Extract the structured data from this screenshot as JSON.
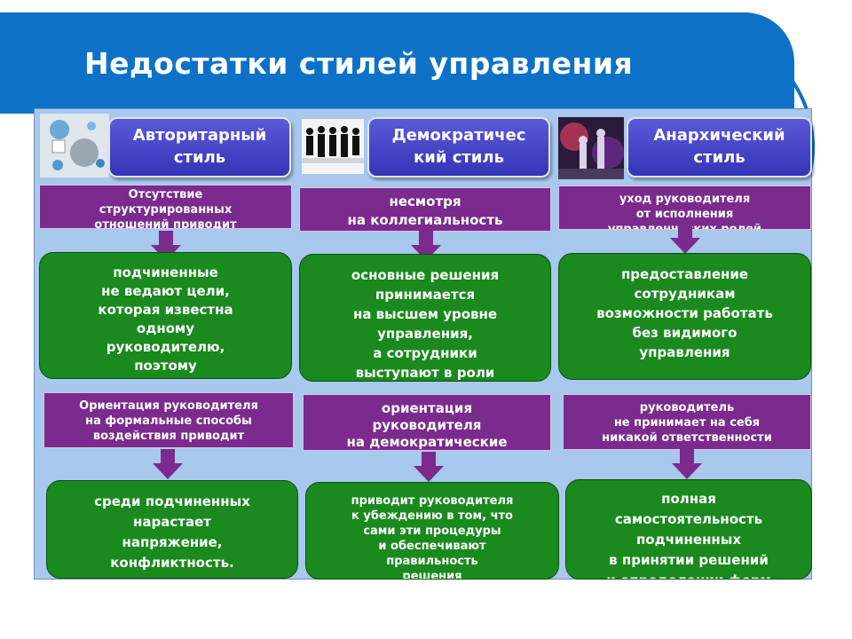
{
  "title": "Недостатки стилей управления",
  "columns": [
    {
      "header": "Авторитарный\nстиль\nуправления",
      "photo_icon": "team-puzzle-photo",
      "cause1": "Отсутствие\nструктурированных\nотношений приводит\nк тому, что",
      "effect1": "подчиненные\nне ведают цели,\nкоторая известна\nодному\nруководителю,\nпоэтому\nих деятельность",
      "cause2": "Ориентация руководителя\nна формальные способы\nвоздействия приводит\nк тому, что",
      "effect2": "среди подчиненных\nнарастает\nнапряжение,\nконфликтность."
    },
    {
      "header": "Демократичес\nкий стиль\nуправления",
      "photo_icon": "people-silhouettes-photo",
      "cause1": "несмотря\nна коллегиальность",
      "effect1": "основные решения\nпринимается\nна высшем уровне\nуправления,\nа сотрудники\nвыступают в роли\n«согласателя»",
      "cause2": "ориентация\nруководителя\nна демократические\nпроцедуры",
      "effect2": "приводит руководителя\nк убеждению в том, что\nсами эти процедуры\nи обеспечивают\nправильность\nрешения"
    },
    {
      "header": "Анархический\nстиль\nуправления",
      "photo_icon": "chess-pieces-photo",
      "cause1": "уход руководителя\nот исполнения\nуправленческих ролей",
      "effect1": "предоставление\nсотрудникам\nвозможности работать\nбез видимого\nуправления",
      "cause2": "руководитель\nне принимает на себя\nникакой ответственности",
      "effect2": "полная\nсамостоятельность\nподчиненных\nв принятии решений\nи определении форм"
    }
  ],
  "colors": {
    "header_bg": "#0d72c7",
    "panel_bg": "#a8c8ee",
    "style_head": "#4646c8",
    "cause_box": "#7b2a8e",
    "effect_box": "#1a8a1e"
  }
}
